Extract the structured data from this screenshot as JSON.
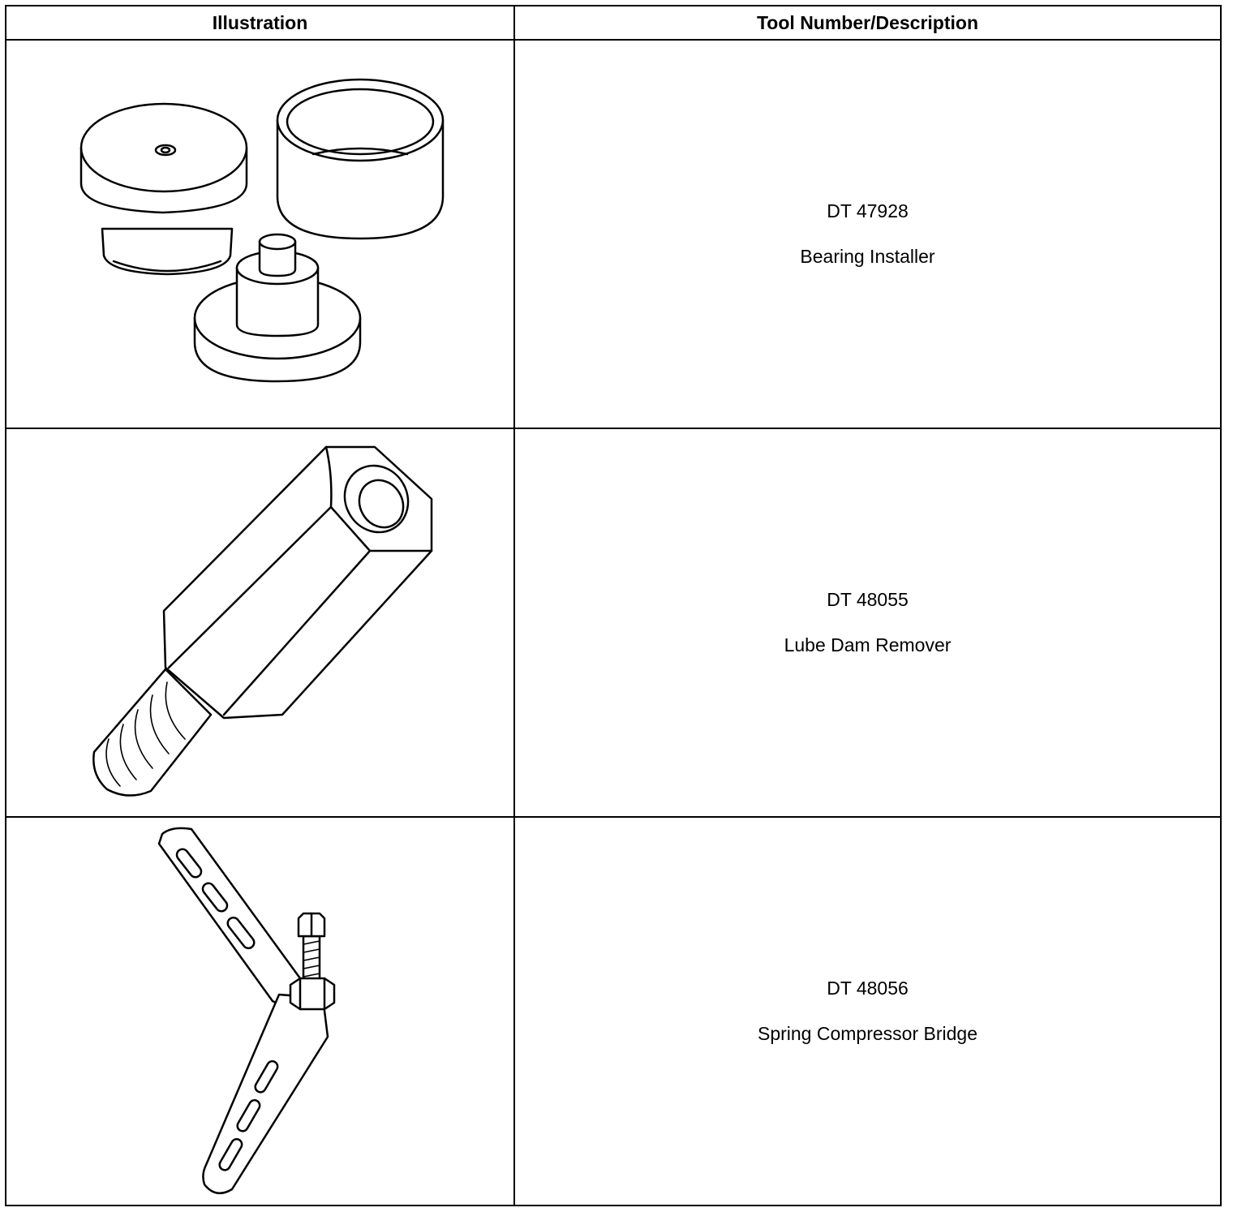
{
  "table": {
    "headers": {
      "illustration": "Illustration",
      "description": "Tool Number/Description"
    },
    "rows": [
      {
        "tool_number": "DT 47928",
        "description": "Bearing Installer",
        "illustration": "bearing-installer-drawing"
      },
      {
        "tool_number": "DT 48055",
        "description": "Lube Dam Remover",
        "illustration": "lube-dam-remover-drawing"
      },
      {
        "tool_number": "DT 48056",
        "description": "Spring Compressor Bridge",
        "illustration": "spring-compressor-bridge-drawing"
      }
    ]
  }
}
